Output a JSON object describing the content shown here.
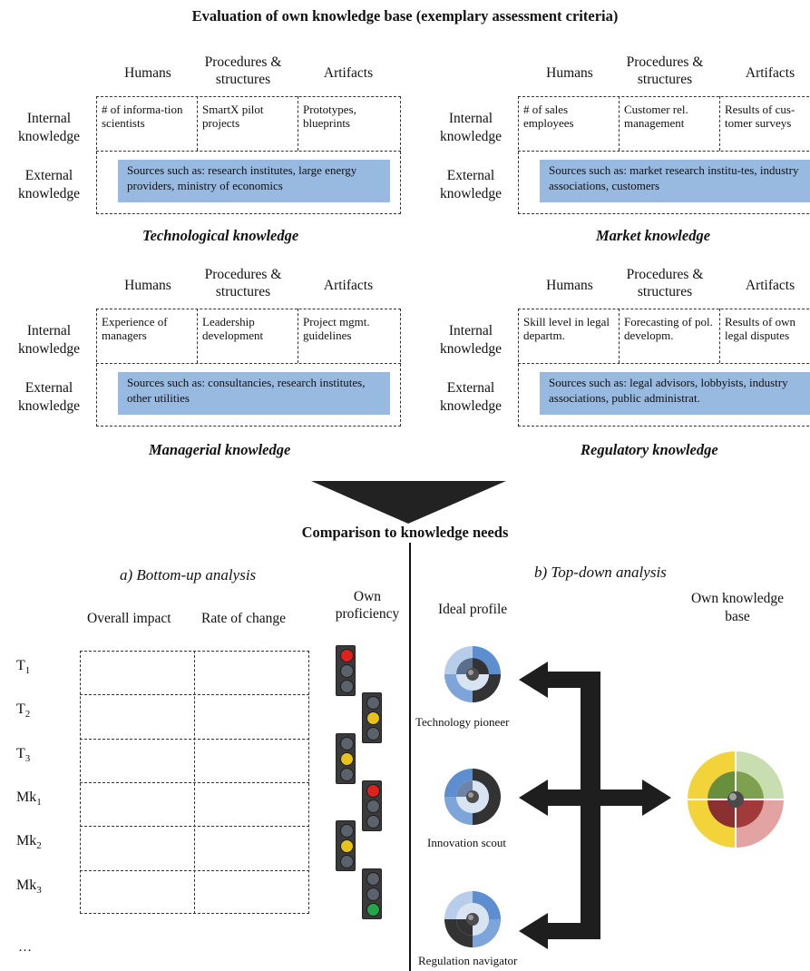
{
  "title_top": "Evaluation of own knowledge base (exemplary assessment criteria)",
  "column_headers": [
    "Humans",
    "Procedures & structures",
    "Artifacts"
  ],
  "row_headers": [
    "Internal knowledge",
    "External knowledge"
  ],
  "quadrants": [
    {
      "title": "Technological knowledge",
      "internal": [
        "# of informa-tion scientists",
        "SmartX pilot projects",
        "Prototypes, blueprints"
      ],
      "external": "Sources such as: research institutes, large energy providers, ministry of economics"
    },
    {
      "title": "Market knowledge",
      "internal": [
        "# of sales employees",
        "Customer rel. management",
        "Results of cus-tomer surveys"
      ],
      "external": "Sources such as: market research institu-tes, industry associations, customers"
    },
    {
      "title": "Managerial knowledge",
      "internal": [
        "Experience of managers",
        "Leadership development",
        "Project mgmt. guidelines"
      ],
      "external": "Sources such as: consultancies, research institutes, other utilities"
    },
    {
      "title": "Regulatory knowledge",
      "internal": [
        "Skill level in legal departm.",
        "Forecasting of pol. developm.",
        "Results of own legal disputes"
      ],
      "external": "Sources such as: legal advisors, lobbyists, industry associations, public administrat."
    }
  ],
  "comparison_title": "Comparison to knowledge needs",
  "bottom_up": {
    "title": "a) Bottom-up analysis",
    "columns": [
      "Overall impact",
      "Rate of change",
      "Own proficiency"
    ],
    "rows": [
      {
        "label": "T",
        "sub": "1",
        "light": "red"
      },
      {
        "label": "T",
        "sub": "2",
        "light": "yellow"
      },
      {
        "label": "T",
        "sub": "3",
        "light": "yellow"
      },
      {
        "label": "Mk",
        "sub": "1",
        "light": "red"
      },
      {
        "label": "Mk",
        "sub": "2",
        "light": "yellow"
      },
      {
        "label": "Mk",
        "sub": "3",
        "light": "green"
      }
    ],
    "ellipsis": "…"
  },
  "top_down": {
    "title": "b) Top-down analysis",
    "ideal_profile": "Ideal profile",
    "own_base": "Own knowledge base",
    "profiles": [
      "Technology pioneer",
      "Innovation scout",
      "Regulation navigator"
    ]
  },
  "colors": {
    "ext_box": "#98b9e0",
    "light_blue": "#9dbfe4",
    "dark": "#3b3b3b"
  }
}
